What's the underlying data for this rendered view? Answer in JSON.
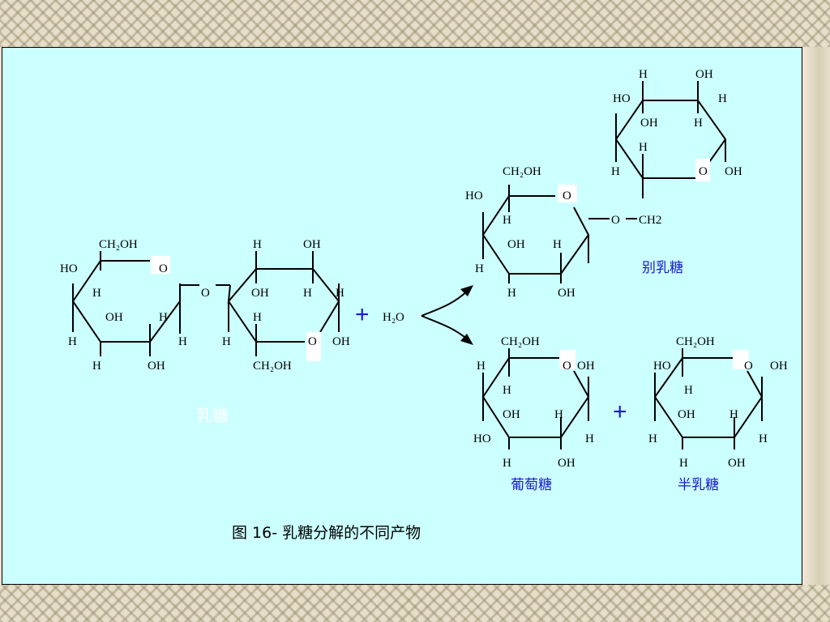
{
  "atoms": {
    "H": "H",
    "OH": "OH",
    "HO": "HO",
    "O": "O",
    "CH2OH": "CH₂OH",
    "H2O": "H₂O",
    "CH2": "CH2"
  },
  "labels": {
    "lactose": "乳糖",
    "allolactose": "别乳糖",
    "glucose": "葡萄糖",
    "galactose": "半乳糖"
  },
  "plus": "+",
  "caption": "图 16-  乳糖分解的不同产物"
}
